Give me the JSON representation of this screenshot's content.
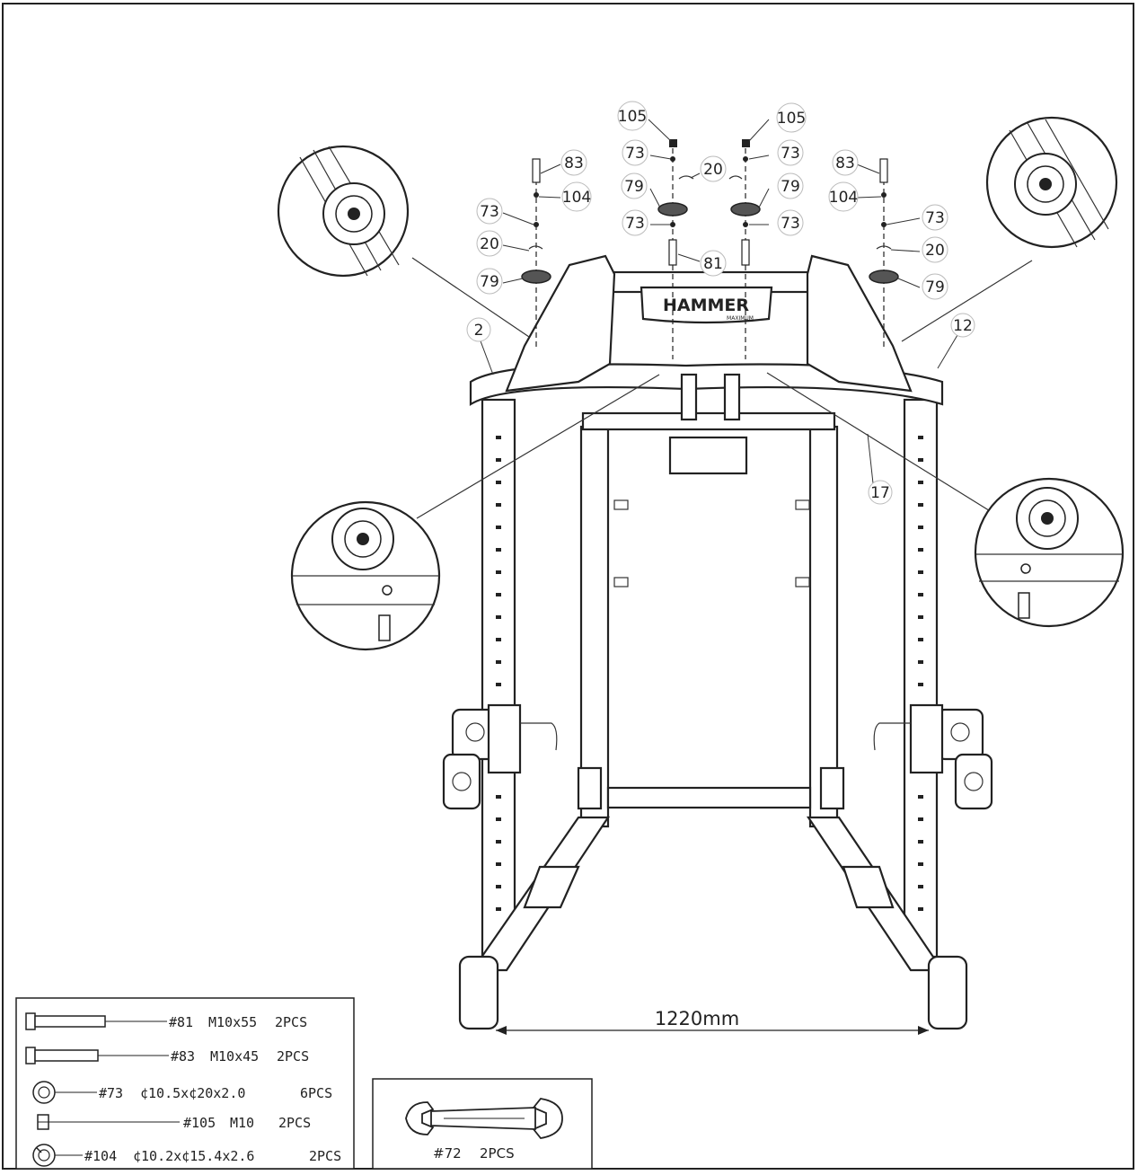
{
  "callouts": {
    "p105_left": "105",
    "p105_right": "105",
    "p73_tl": "73",
    "p73_tr": "73",
    "p20_center": "20",
    "p79_cl": "79",
    "p79_cr": "79",
    "p73_ml": "73",
    "p73_mr": "73",
    "p81": "81",
    "p83_left": "83",
    "p83_right": "83",
    "p104_left": "104",
    "p104_right": "104",
    "p73_ll": "73",
    "p73_rr": "73",
    "p20_left": "20",
    "p20_right": "20",
    "p79_left": "79",
    "p79_right": "79",
    "p2": "2",
    "p12": "12",
    "p17": "17"
  },
  "brand": {
    "name": "HAMMER",
    "sub": "MAXIMUM"
  },
  "dimension": {
    "width_label": "1220mm"
  },
  "parts_list": [
    {
      "code": "#81",
      "spec": "M10x55",
      "qty": "2PCS",
      "icon": "long-bolt-icon"
    },
    {
      "code": "#83",
      "spec": "M10x45",
      "qty": "2PCS",
      "icon": "bolt-icon"
    },
    {
      "code": "#73",
      "spec": "¢10.5x¢20x2.0",
      "qty": "6PCS",
      "icon": "flat-washer-icon"
    },
    {
      "code": "#105",
      "spec": "M10",
      "qty": "2PCS",
      "icon": "nut-icon"
    },
    {
      "code": "#104",
      "spec": "¢10.2x¢15.4x2.6",
      "qty": "2PCS",
      "icon": "spring-washer-icon"
    }
  ],
  "tool": {
    "code": "#72",
    "qty": "2PCS",
    "icon": "wrench-icon"
  }
}
